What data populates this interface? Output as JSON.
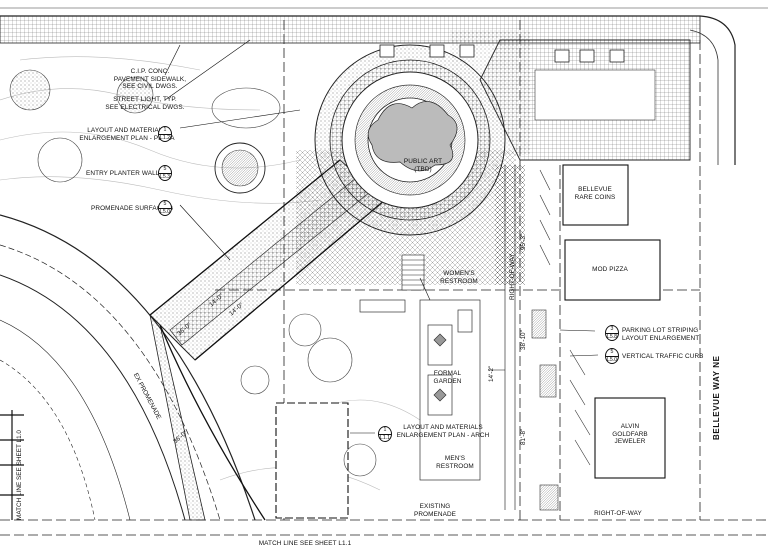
{
  "labels": {
    "pavement": "C.I.P. CONC.\nPAVEMENT SIDEWALK,\nSEE CIVIL DWGS.",
    "street_light": "STREET LIGHT, TYP.\nSEE ELECTRICAL DWGS.",
    "layout_plaza": "LAYOUT AND MATERIALS\nENLARGEMENT PLAN - PLAZA",
    "entry_planter": "ENTRY PLANTER WALL",
    "promenade_surfacing": "PROMENADE SURFACING",
    "public_art": "PUBLIC ART\n(TBD)",
    "bellevue_rare_coins": "BELLEVUE\nRARE COINS",
    "mod_pizza": "MOD PIZZA",
    "womens_restroom": "WOMEN'S\nRESTROOM",
    "parking_striping": "PARKING LOT STRIPING\nLAYOUT ENLARGEMENT",
    "vertical_curb": "VERTICAL TRAFFIC CURB",
    "formal_garden": "FORMAL\nGARDEN",
    "layout_arch": "LAYOUT AND MATERIALS\nENLARGEMENT PLAN - ARCH",
    "mens_restroom": "MEN'S\nRESTROOM",
    "alvin_goldfarb": "ALVIN\nGOLDFARB\nJEWELER",
    "existing_promenade": "EXISTING\nPROMENADE",
    "right_of_way": "RIGHT-OF-WAY",
    "right_of_way_2": "RIGHT-OF-WAY",
    "ex_promenade": "EX PROMENADE",
    "bellevue_way": "BELLEVUE WAY NE",
    "match_line_bottom": "MATCH LINE SEE SHEET L1.1",
    "match_line_left": "MATCH LINE SEE SHEET L1.0",
    "dim_36_a": "36'-0\"",
    "dim_36_b": "36'-0\"",
    "dim_14_a": "14'-0\"",
    "dim_14_b": "14'-0\"",
    "dim_14_c": "14'-2\"",
    "dim_38": "38'-10\"",
    "dim_81": "81'-8\"",
    "dim_95": "95'-3\""
  },
  "callouts": {
    "plaza": {
      "num": "1",
      "sheet": "L1.2"
    },
    "planter": {
      "num": "5",
      "sheet": "L5.3"
    },
    "surfacing": {
      "num": "5",
      "sheet": "L5.0"
    },
    "striping": {
      "num": "3",
      "sheet": "L5.8"
    },
    "curb": {
      "num": "5",
      "sheet": "L5.0"
    },
    "arch": {
      "num": "1",
      "sheet": "L1.1"
    }
  }
}
